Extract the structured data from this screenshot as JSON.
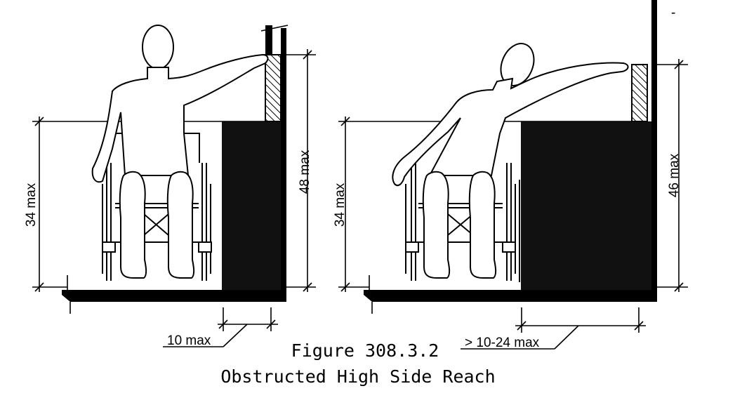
{
  "figure": {
    "number": "Figure 308.3.2",
    "title": "Obstructed High Side Reach"
  },
  "left_diagram": {
    "height_to_obstruction": "34 max",
    "reach_height": "48 max",
    "obstruction_depth": "10 max"
  },
  "right_diagram": {
    "height_to_obstruction": "34 max",
    "reach_height": "46 max",
    "obstruction_depth": "> 10-24 max"
  },
  "corner_mark": "-",
  "colors": {
    "ink": "#000000",
    "paper": "#ffffff",
    "obstruction_fill": "#111111"
  }
}
